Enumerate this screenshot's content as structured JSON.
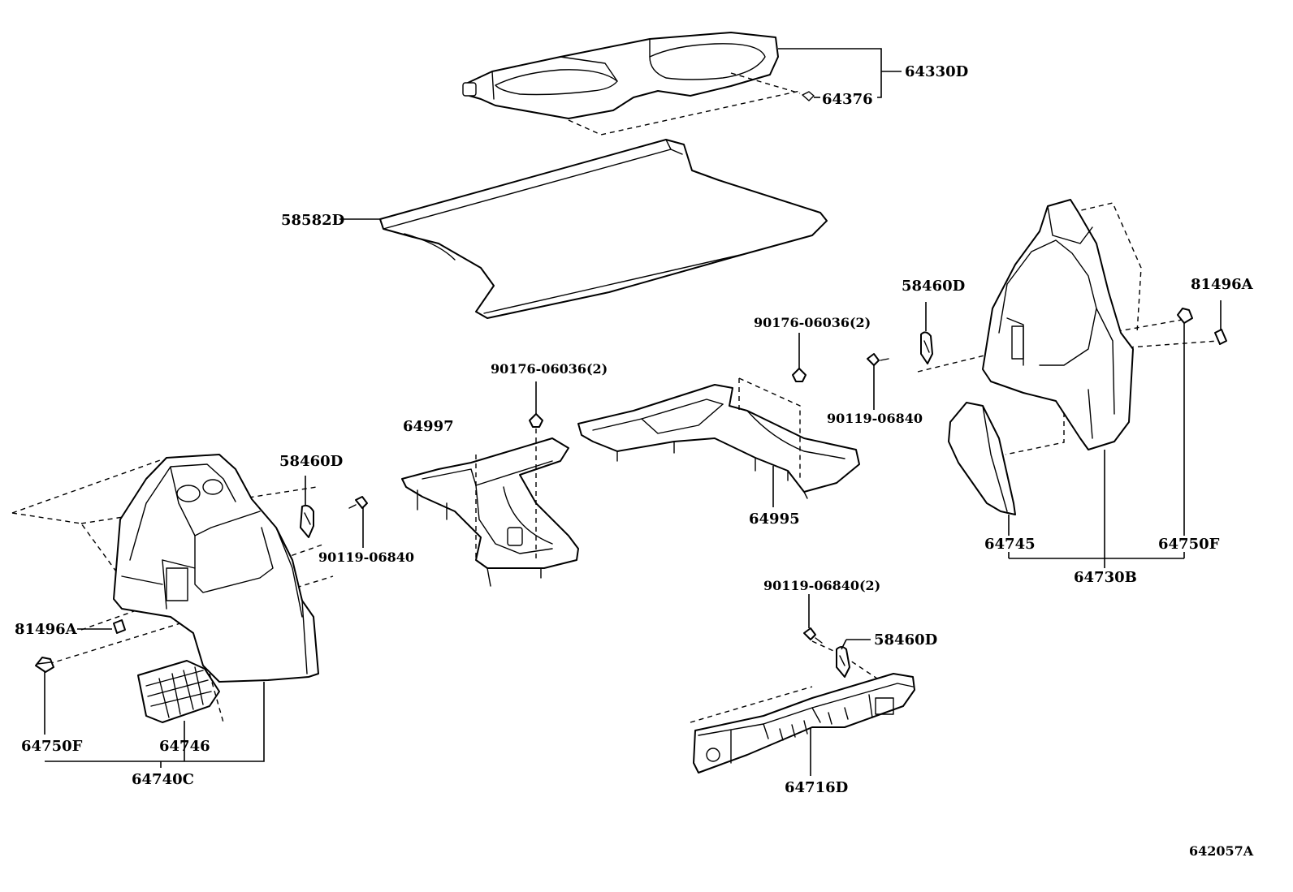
{
  "diagram": {
    "reference": "642057A",
    "labels": {
      "p64330D": "64330D",
      "p64376": "64376",
      "p58582D": "58582D",
      "p58460D_right": "58460D",
      "p81496A_right": "81496A",
      "p90176_right": "90176-06036(2)",
      "p90119_right": "90119-06840",
      "p90176_left": "90176-06036(2)",
      "p64997": "64997",
      "p64995": "64995",
      "p58460D_left": "58460D",
      "p90119_left": "90119-06840",
      "p81496A_left": "81496A",
      "p64750F_left": "64750F",
      "p64746": "64746",
      "p64740C": "64740C",
      "p64745": "64745",
      "p64750F_right": "64750F",
      "p64730B": "64730B",
      "p90119_2": "90119-06840(2)",
      "p58460D_bottom": "58460D",
      "p64716D": "64716D"
    },
    "icons": {
      "package_tray_trim": "package-tray-trim-icon",
      "cover_sheet": "cover-sheet-icon",
      "deck_trim_left": "deck-side-trim-left-icon",
      "deck_trim_right": "deck-side-trim-right-icon",
      "floor_board_front": "floor-board-front-icon",
      "floor_board_rear": "floor-board-rear-icon",
      "scuff_plate": "scuff-plate-icon",
      "clip": "clip-icon",
      "screw": "screw-icon",
      "hook": "hook-icon"
    }
  }
}
